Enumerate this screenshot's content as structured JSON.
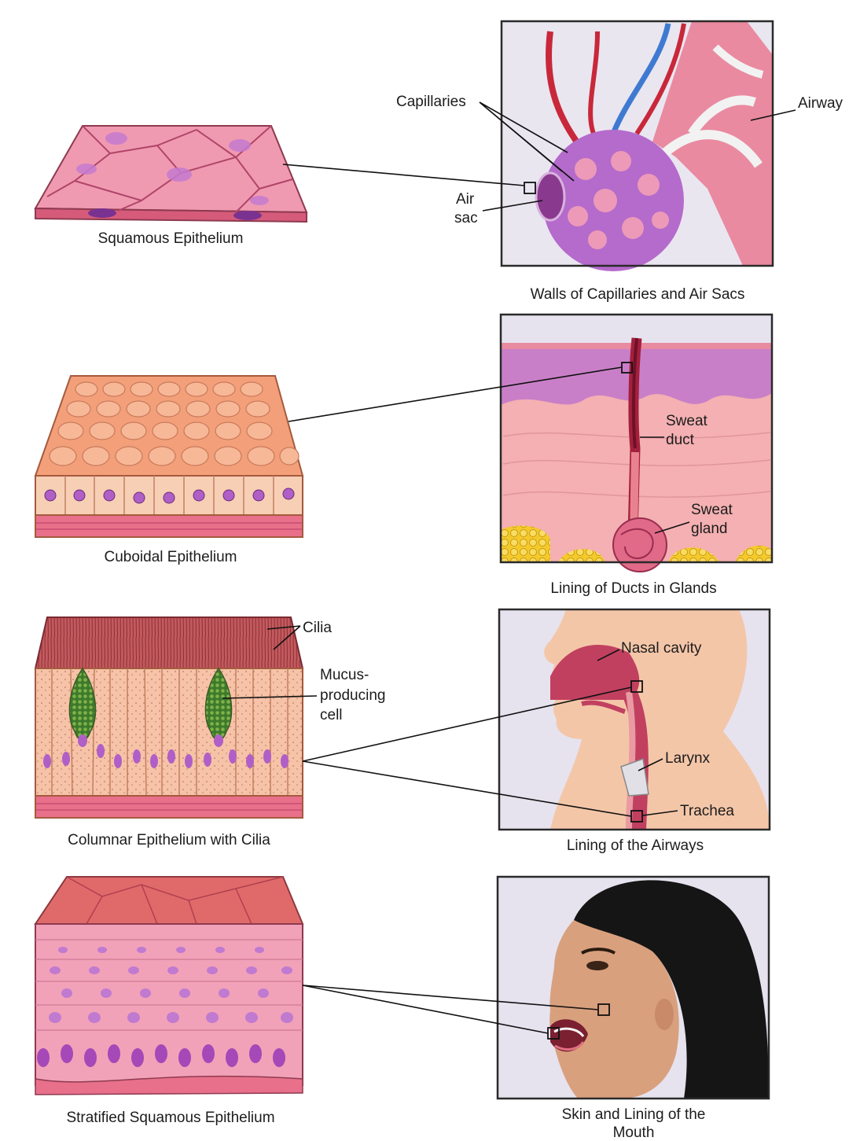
{
  "rows": [
    {
      "tissue_caption": "Squamous Epithelium",
      "location_caption": "Walls of Capillaries and Air Sacs",
      "labels": {
        "capillaries": "Capillaries",
        "airway": "Airway",
        "air_sac_line1": "Air",
        "air_sac_line2": "sac"
      }
    },
    {
      "tissue_caption": "Cuboidal Epithelium",
      "location_caption": "Lining of Ducts in Glands",
      "labels": {
        "sweat_duct_line1": "Sweat",
        "sweat_duct_line2": "duct",
        "sweat_gland_line1": "Sweat",
        "sweat_gland_line2": "gland"
      }
    },
    {
      "tissue_caption": "Columnar Epithelium with Cilia",
      "location_caption": "Lining of the Airways",
      "labels": {
        "cilia": "Cilia",
        "mucus_line1": "Mucus-",
        "mucus_line2": "producing",
        "mucus_line3": "cell",
        "nasal_cavity": "Nasal cavity",
        "larynx": "Larynx",
        "trachea": "Trachea"
      }
    },
    {
      "tissue_caption": "Stratified Squamous Epithelium",
      "location_caption_line1": "Skin and Lining of the",
      "location_caption_line2": "Mouth"
    }
  ],
  "colors": {
    "squamous_pink": "#e9728f",
    "cuboidal_orange": "#f2a07a",
    "columnar_peach": "#f6c3a8",
    "cilia_red": "#b8474f",
    "panel_background": "#e6e3ef",
    "capillary_red": "#c8283a",
    "capillary_blue": "#3f7ad1",
    "air_sac_purple": "#a85cc0",
    "skin_pink": "#f4aeb3",
    "fat_yellow": "#f4c92c",
    "nucleus_purple": "#b05fc7",
    "hair_black": "#151515",
    "face_tan": "#d9a07e"
  }
}
